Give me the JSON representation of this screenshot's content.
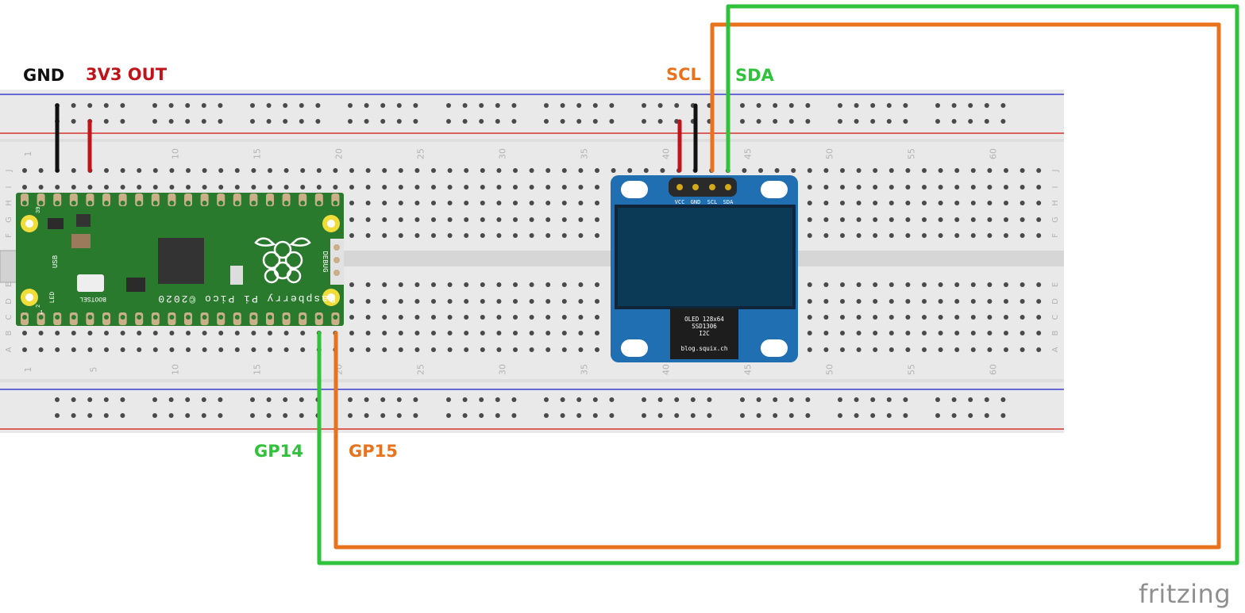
{
  "labels": {
    "gnd": "GND",
    "v3v3": "3V3 OUT",
    "scl": "SCL",
    "sda": "SDA",
    "gp14": "GP14",
    "gp15": "GP15"
  },
  "colors": {
    "gnd": "#111111",
    "v3v3": "#c0141a",
    "scl": "#e8731c",
    "sda": "#2fc23a",
    "gp14": "#2fc23a",
    "gp15": "#e8731c",
    "breadboard": "#e9e9e9",
    "pico_board": "#2a7a2e",
    "oled_board": "#1f6fb2",
    "oled_screen": "#0b3a57",
    "rail_blue": "#3d3dcf",
    "rail_red": "#d6342c"
  },
  "breadboard": {
    "column_numbers_top": [
      "1",
      "10",
      "15",
      "20",
      "25",
      "30",
      "35",
      "40",
      "45",
      "50",
      "55",
      "60"
    ],
    "column_numbers_bottom": [
      "1",
      "5",
      "10",
      "15",
      "20",
      "25",
      "30",
      "35",
      "40",
      "45",
      "50",
      "55",
      "60"
    ],
    "row_letters_top": [
      "J",
      "I",
      "H",
      "G",
      "F"
    ],
    "row_letters_bottom": [
      "E",
      "D",
      "C",
      "B",
      "A"
    ]
  },
  "pico": {
    "name": "Raspberry Pi Pico ©2020",
    "usb_label": "USB",
    "debug_label": "DEBUG",
    "bootsel_label": "BOOTSEL",
    "led_label": "LED",
    "pin_39": "39",
    "pin_1": "1",
    "pin_2": "2"
  },
  "oled": {
    "pin_labels": [
      "VCC",
      "GND",
      "SCL",
      "SDA"
    ],
    "chip_lines": [
      "OLED 128x64",
      "SSD1306",
      "I2C",
      "blog.squix.ch"
    ]
  },
  "branding": {
    "logo": "fritzing"
  }
}
